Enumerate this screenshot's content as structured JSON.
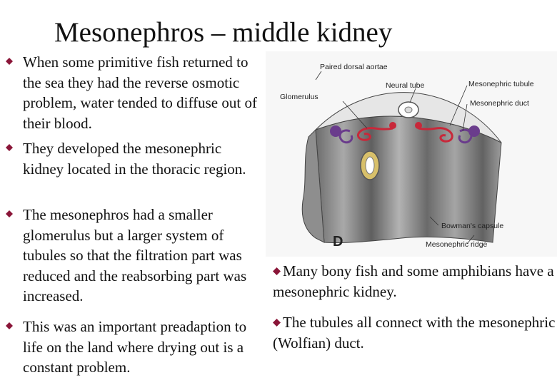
{
  "slide": {
    "title": "Mesonephros – middle kidney"
  },
  "bullets": [
    "When some primitive fish returned to the sea they had the reverse osmotic problem, water tended to diffuse out of their blood.",
    "They developed the mesonephric kidney located in the thoracic region.",
    "The mesonephros had a smaller glomerulus but a larger system of tubules so that the filtration part was reduced and the reabsorbing part was increased.",
    "This was an important preadaption to life on the land where drying out is a constant problem."
  ],
  "side_notes": [
    "Many bony fish and some amphibians have a mesonephric kidney.",
    "The tubules all connect with the mesonephric (Wolfian) duct."
  ],
  "figure": {
    "letter": "D",
    "labels": {
      "paired_dorsal_aortae": "Paired dorsal aortae",
      "neural_tube": "Neural tube",
      "mesonephric_tubule": "Mesonephric tubule",
      "glomerulus": "Glomerulus",
      "mesonephric_duct": "Mesonephric duct",
      "bowmans_capsule": "Bowman's capsule",
      "mesonephric_ridge": "Mesonephric ridge"
    }
  },
  "colors": {
    "bullet_mark": "#8a1538",
    "tubule_red": "#c8283a",
    "duct_purple": "#6a3c8c",
    "tissue_grey": "#9a9a9a",
    "glomerulus_yellow": "#d8c06a"
  }
}
